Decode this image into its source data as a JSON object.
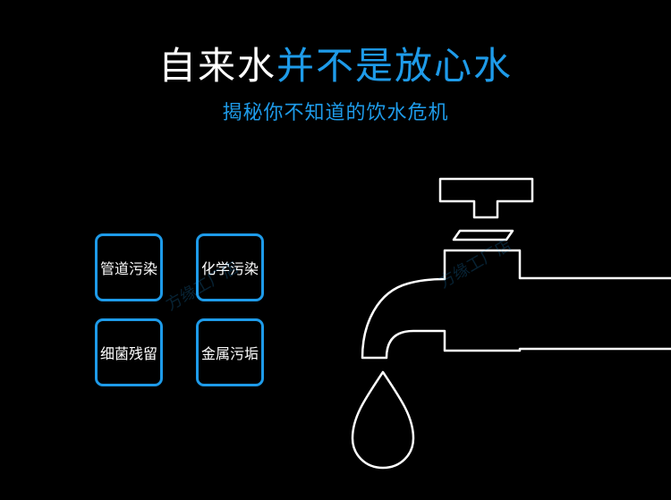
{
  "title": {
    "white_part": "自来水",
    "blue_part": "并不是放心水"
  },
  "subtitle": "揭秘你不知道的饮水危机",
  "tags": [
    "管道污染",
    "化学污染",
    "细菌残留",
    "金属污垢"
  ],
  "watermark": "方缘工厂店",
  "colors": {
    "background": "#000000",
    "accent": "#1e9be9",
    "text": "#ffffff"
  },
  "icons": {
    "illustration": "water-faucet-with-drop-icon"
  }
}
